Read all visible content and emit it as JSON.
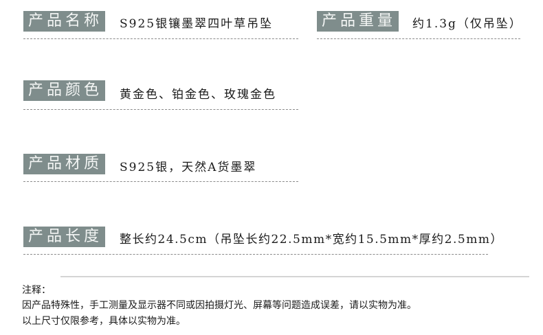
{
  "specs": [
    {
      "label": "产品名称",
      "value": "S925银镶墨翠四叶草吊坠"
    },
    {
      "label": "产品重量",
      "value": "约1.3g（仅吊坠）"
    },
    {
      "label": "产品颜色",
      "value": "黄金色、铂金色、玫瑰金色"
    },
    {
      "label": "产品材质",
      "value": "S925银，天然A货墨翠"
    },
    {
      "label": "产品长度",
      "value": "整长约24.5cm（吊坠长约22.5mm*宽约15.5mm*厚约2.5mm）"
    }
  ],
  "notes": {
    "title": "注释：",
    "lines": [
      "因产品特殊性，手工测量及显示器不同或因拍摄灯光、屏幕等问题造成误差，请以实物为准。",
      "以上尺寸仅限参考，具体以实物为准。"
    ]
  },
  "colors": {
    "label_bg": "#7f8d8c",
    "label_text": "#f4f6f5",
    "value_text": "#1a1a1a",
    "dash": "#8a8a8a",
    "divider": "#d4d4d4"
  }
}
